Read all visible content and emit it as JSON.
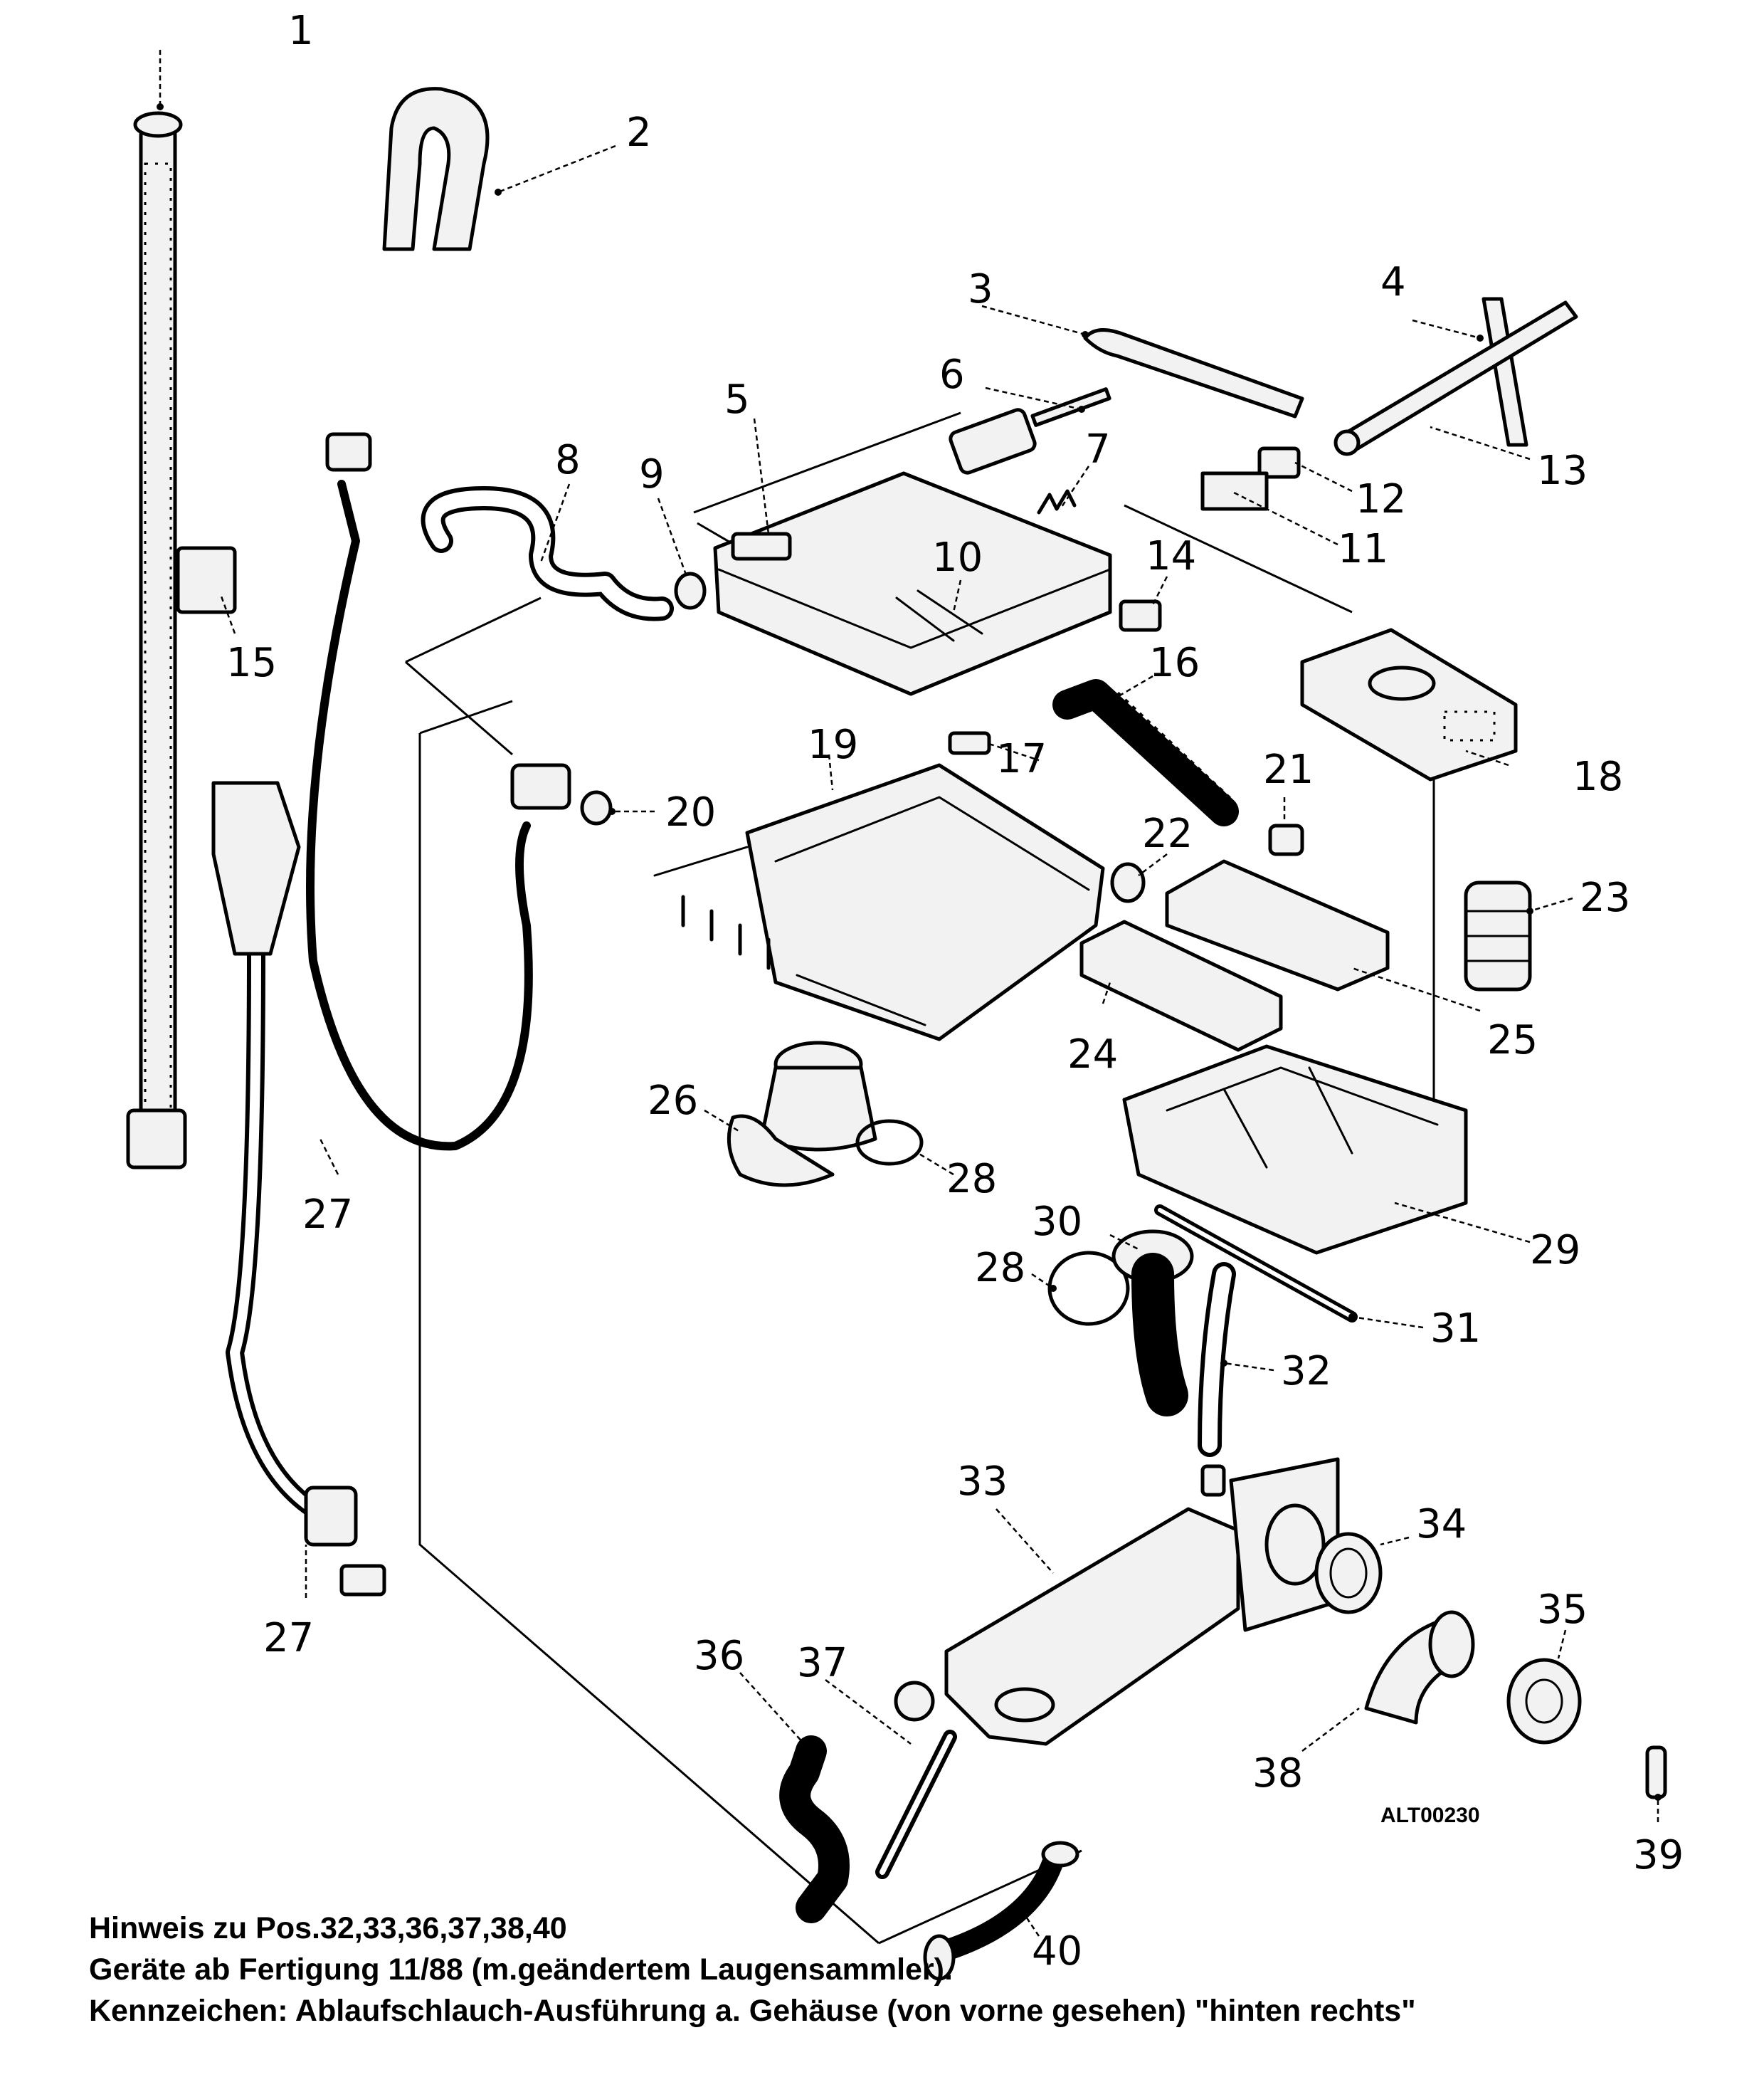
{
  "diagram": {
    "drawing_code": "ALT00230",
    "callouts": [
      "1",
      "2",
      "3",
      "4",
      "5",
      "6",
      "7",
      "8",
      "9",
      "10",
      "11",
      "12",
      "13",
      "14",
      "15",
      "16",
      "17",
      "18",
      "19",
      "20",
      "21",
      "22",
      "23",
      "24",
      "25",
      "26",
      "27",
      "27",
      "28",
      "28",
      "29",
      "30",
      "31",
      "32",
      "33",
      "34",
      "35",
      "36",
      "37",
      "38",
      "39",
      "40"
    ]
  },
  "notes": {
    "line1": "Hinweis zu Pos.32,33,36,37,38,40",
    "line2": "Geräte ab Fertigung 11/88 (m.geändertem Laugensammler).",
    "line3": "Kennzeichen: Ablaufschlauch-Ausführung a. Gehäuse (von vorne gesehen) \"hinten rechts\""
  }
}
